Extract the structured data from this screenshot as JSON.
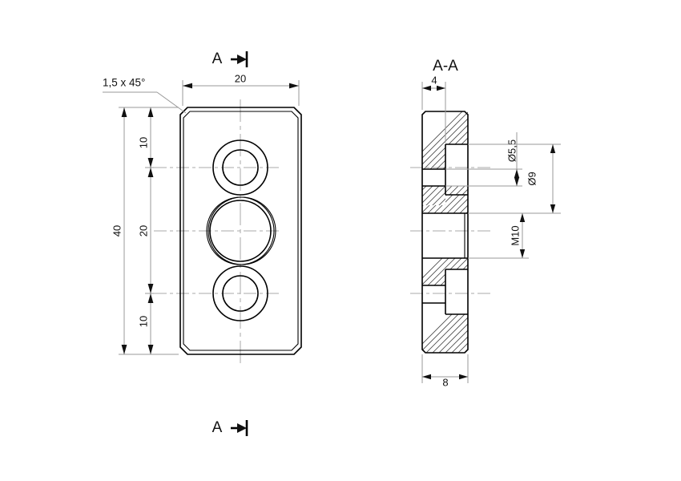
{
  "drawing": {
    "title": "machined-plate-technical-drawing",
    "background_color": "#ffffff",
    "line_color": "#000000",
    "dimension_color": "#999999",
    "center_line_color": "#a8a8a8",
    "hatch_color": "#4a4a4a"
  },
  "front_view": {
    "section_label_top": "A",
    "section_label_bottom": "A",
    "chamfer_note": "1,5 x 45°",
    "width_dim": "20",
    "overall_height_dim": "40",
    "chain_dims": [
      "10",
      "20",
      "10"
    ]
  },
  "section_view": {
    "title": "A-A",
    "counterbore_depth_dim": "4",
    "total_thickness_dim": "8",
    "bore_small_dim": "Ø5,5",
    "bore_large_dim": "Ø9",
    "thread_dim": "M10"
  },
  "features": {
    "hole_top": "counterbored-through-hole",
    "hole_middle": "threaded-hole-m10",
    "hole_bottom": "counterbored-through-hole"
  }
}
